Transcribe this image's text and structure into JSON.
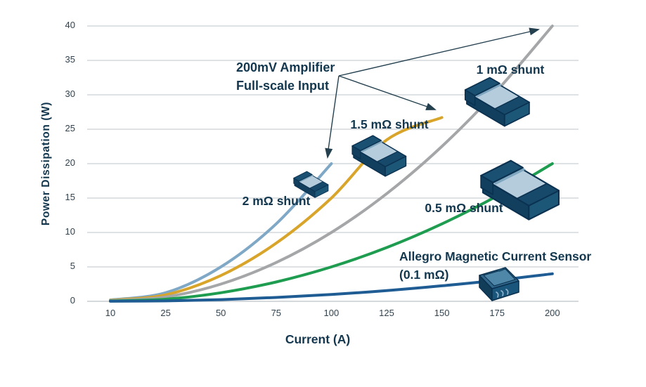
{
  "annotation": {
    "line1": "200mV Amplifier",
    "line2": "Full-scale Input"
  },
  "axes": {
    "x": {
      "label": "Current (A)",
      "ticks": [
        "10",
        "25",
        "50",
        "75",
        "100",
        "125",
        "150",
        "175",
        "200"
      ]
    },
    "y": {
      "label": "Power Dissipation (W)",
      "ticks": [
        "0",
        "5",
        "10",
        "15",
        "20",
        "25",
        "30",
        "35",
        "40"
      ]
    }
  },
  "series_labels": {
    "shunt_2mohm": "2 mΩ shunt",
    "shunt_1_5mohm": "1.5 mΩ shunt",
    "shunt_1mohm": "1 mΩ shunt",
    "shunt_0_5mohm": "0.5 mΩ shunt",
    "allegro_line1": "Allegro Magnetic Current Sensor",
    "allegro_line2": "(0.1 mΩ)"
  },
  "chart_data": {
    "type": "line",
    "title": "",
    "xlabel": "Current (A)",
    "ylabel": "Power Dissipation (W)",
    "x_categories": [
      10,
      25,
      50,
      75,
      100,
      125,
      150,
      175,
      200
    ],
    "x_axis_style": "categorical-even-spacing",
    "ylim": [
      0,
      40
    ],
    "y_step": 5,
    "grid": true,
    "legend": "inline-labels-with-component-icons",
    "series": [
      {
        "name": "2 mΩ shunt",
        "resistance_mohm": 2,
        "color": "#7FA8C7",
        "x": [
          10,
          25,
          50,
          75,
          100
        ],
        "values": [
          0.2,
          1.25,
          5,
          11.25,
          20
        ]
      },
      {
        "name": "1.5 mΩ shunt",
        "resistance_mohm": 1.5,
        "color": "#D8A52A",
        "x": [
          10,
          25,
          50,
          75,
          100,
          125,
          150
        ],
        "values": [
          0.15,
          0.94,
          3.75,
          8.44,
          15,
          23.44,
          26.7
        ]
      },
      {
        "name": "1 mΩ shunt",
        "resistance_mohm": 1,
        "color": "#A5A6A8",
        "x": [
          10,
          25,
          50,
          75,
          100,
          125,
          150,
          175,
          200
        ],
        "values": [
          0.1,
          0.63,
          2.5,
          5.63,
          10,
          15.63,
          22.5,
          30.63,
          40
        ]
      },
      {
        "name": "0.5 mΩ shunt",
        "resistance_mohm": 0.5,
        "color": "#1E9C4F",
        "x": [
          10,
          25,
          50,
          75,
          100,
          125,
          150,
          175,
          200
        ],
        "values": [
          0.05,
          0.31,
          1.25,
          2.81,
          5,
          7.81,
          11.25,
          15.31,
          20
        ]
      },
      {
        "name": "Allegro Magnetic Current Sensor (0.1 mΩ)",
        "resistance_mohm": 0.1,
        "color": "#1E5C93",
        "x": [
          10,
          25,
          50,
          75,
          100,
          125,
          150,
          175,
          200
        ],
        "values": [
          0.01,
          0.06,
          0.25,
          0.56,
          1,
          1.56,
          2.25,
          3.06,
          4
        ]
      }
    ],
    "annotation": {
      "text": "200mV Amplifier Full-scale Input",
      "arrows_point_to": [
        "1 mΩ shunt end (200 A, 40 W)",
        "1.5 mΩ shunt end (~26.7 W)",
        "2 mΩ shunt end (100 A, 20 W)"
      ]
    }
  },
  "colors": {
    "text": "#12374E",
    "grid": "#CBD0D4"
  }
}
